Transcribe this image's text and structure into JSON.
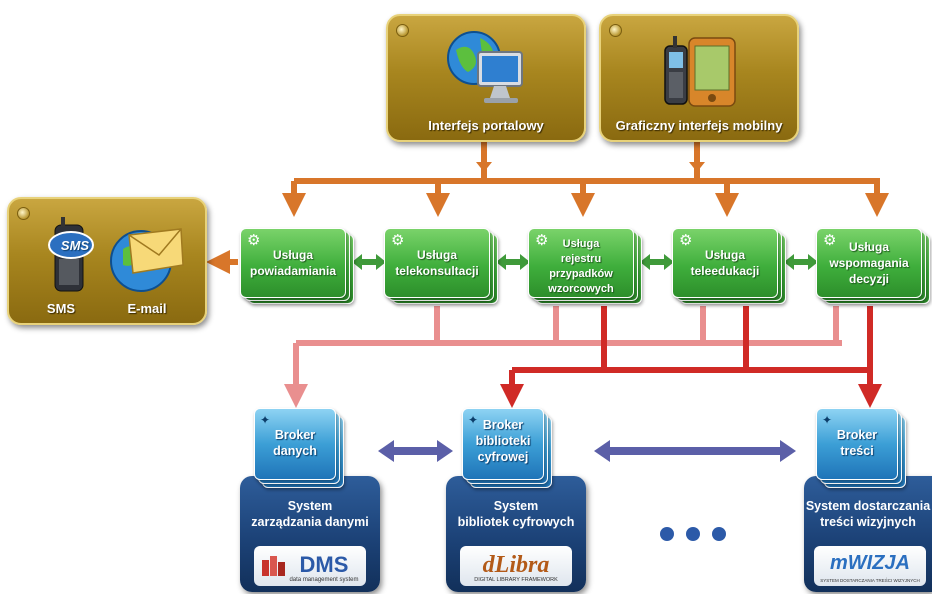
{
  "interfaces": [
    {
      "label": "Interfejs portalowy",
      "icon": "monitor-globe-icon"
    },
    {
      "label": "Graficzny interfejs mobilny",
      "icon": "mobile-devices-icon"
    }
  ],
  "notifications": {
    "items": [
      {
        "label": "SMS",
        "icon": "sms-phone-icon",
        "badge": "SMS"
      },
      {
        "label": "E-mail",
        "icon": "email-envelope-icon"
      }
    ]
  },
  "services": [
    {
      "label": "Usługa\npowiadamiania"
    },
    {
      "label": "Usługa\ntelekonsultacji"
    },
    {
      "label": "Usługa\nrejestru przypadków\nwzorcowych"
    },
    {
      "label": "Usługa\nteleedukacji"
    },
    {
      "label": "Usługa\nwspomagania\ndecyzji"
    }
  ],
  "brokers": [
    {
      "label": "Broker\ndanych"
    },
    {
      "label": "Broker\nbiblioteki\ncyfrowej"
    },
    {
      "label": "Broker\ntreści"
    }
  ],
  "systems": [
    {
      "label": "System\nzarządzania danymi",
      "logo": "DMS",
      "logo_sub": "data management system",
      "logo_color": "#c8332c"
    },
    {
      "label": "System\nbibliotek cyfrowych",
      "logo": "dLibra",
      "logo_sub": "DIGITAL LIBRARY FRAMEWORK",
      "logo_color": "#b35a18"
    },
    {
      "label": "System dostarczania\ntreści wizyjnych",
      "logo": "mWIZJA",
      "logo_sub": "SYSTEM DOSTARCZANIA TREŚCI WIZYJNYCH",
      "logo_color": "#2b6fc0"
    }
  ],
  "colors": {
    "orange_arrow": "#d8762a",
    "green_arrow": "#3f9a3a",
    "pink_arrow": "#e98f8f",
    "red_arrow": "#d02a26",
    "blue_arrow": "#5b5fa8"
  }
}
